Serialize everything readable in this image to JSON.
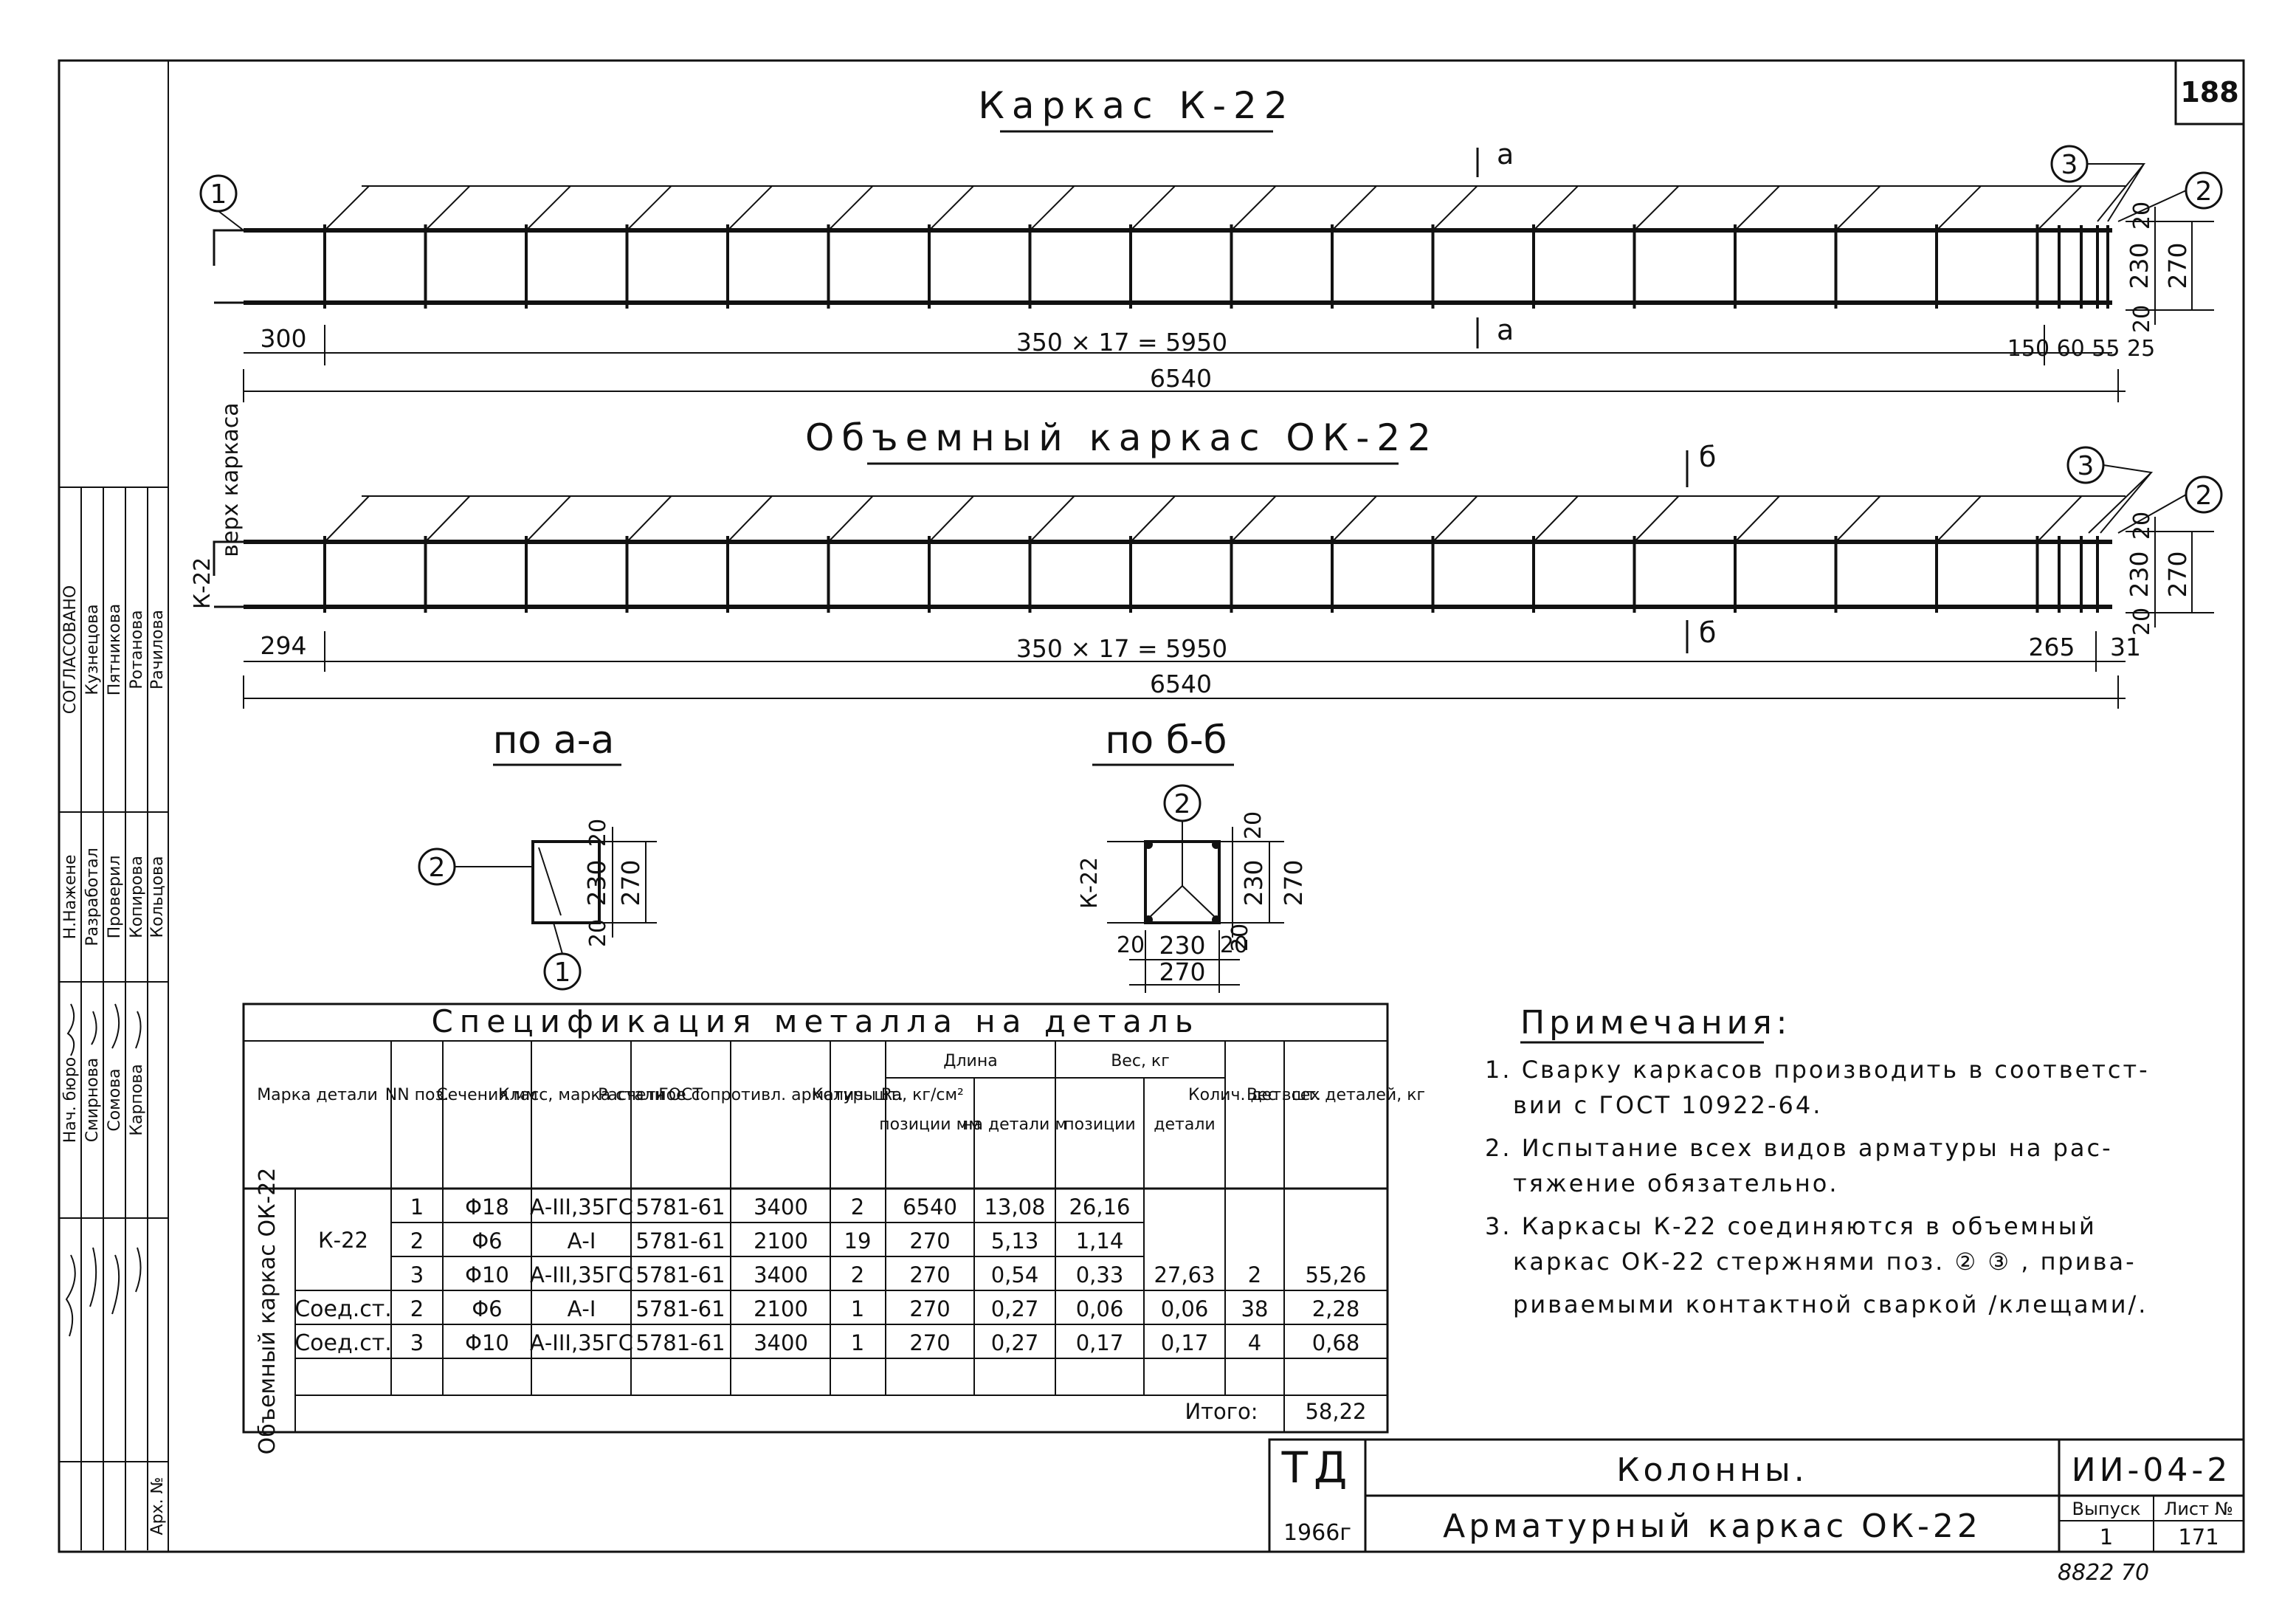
{
  "sheet_number": "188",
  "side_stamp": {
    "rows": [
      [
        "СОГЛАСОВАНО",
        "Кузнецова",
        "Пятникова",
        "Ротанова",
        "Рачилова"
      ],
      [
        "Н.Нажене",
        "Разработал",
        "Проверил",
        "Копирова",
        "Кольцова"
      ],
      [
        "Нач. бюро",
        "Смирнова",
        "Сомова",
        "Карпова",
        "Арх. №"
      ]
    ]
  },
  "frame1": {
    "title": "Каркас К-22",
    "pos_left": "1",
    "pos_right": "2",
    "pos_three": "3",
    "cut_label_top": "а",
    "cut_label_bottom": "а",
    "dims": {
      "left": "300",
      "middle": "350 × 17 = 5950",
      "right_small": "150 60 55 25",
      "total": "6540",
      "h20a": "20",
      "h230": "230",
      "h270": "270",
      "h20b": "20"
    }
  },
  "frame2": {
    "title": "Объемный каркас ОК-22",
    "pos_right": "2",
    "pos_three": "3",
    "cut_label_top": "б",
    "cut_label_bottom": "б",
    "side_label_upper": "верх каркаса",
    "side_label_lower": "К-22",
    "dims": {
      "left": "294",
      "middle": "350 × 17 = 5950",
      "right": "265",
      "right2": "31",
      "total": "6540",
      "h20a": "20",
      "h230": "230",
      "h270": "270",
      "h20b": "20"
    }
  },
  "section_a": {
    "title": "по а-а",
    "pos1": "1",
    "pos2": "2",
    "d20": "20",
    "d230": "230",
    "d270": "270",
    "d20b": "20"
  },
  "section_b": {
    "title": "по б-б",
    "pos2": "2",
    "label_k22": "К-22",
    "d20": "20",
    "d230": "230",
    "d270": "270",
    "d20b": "20",
    "bottom": [
      "20",
      "230",
      "20"
    ],
    "bottom_total": "270"
  },
  "spec": {
    "title": "Спецификация металла на деталь",
    "headers": {
      "mark": "Марка детали",
      "nn": "NN поз.",
      "section": "Сечения мм",
      "class": "Класс, марка стали",
      "gost": "ГОСТ",
      "resist": "Расчетное сопротивл. арматуры Ra, кг/см²",
      "qty": "Колич. шт.",
      "length": "Длина",
      "len_pos": "позиции мм",
      "len_det": "на детали м",
      "weight": "Вес, кг",
      "w_pos": "позиции",
      "w_det": "детали",
      "qty_det": "Колич. дет. шт.",
      "total_w": "Вес всех деталей, кг"
    },
    "group_label": "Объемный каркас ОК-22",
    "subgroup": "К-22",
    "rows": [
      {
        "nn": "1",
        "section": "Φ18",
        "class": "А-III,35ГС",
        "gost": "5781-61",
        "resist": "3400",
        "qty": "2",
        "len_pos": "6540",
        "len_det": "13,08",
        "w_pos": "26,16",
        "w_det": "",
        "qty_det": "",
        "total": ""
      },
      {
        "nn": "2",
        "section": "Φ6",
        "class": "А-I",
        "gost": "5781-61",
        "resist": "2100",
        "qty": "19",
        "len_pos": "270",
        "len_det": "5,13",
        "w_pos": "1,14",
        "w_det": "",
        "qty_det": "",
        "total": ""
      },
      {
        "nn": "3",
        "section": "Φ10",
        "class": "А-III,35ГС",
        "gost": "5781-61",
        "resist": "3400",
        "qty": "2",
        "len_pos": "270",
        "len_det": "0,54",
        "w_pos": "0,33",
        "w_det": "27,63",
        "qty_det": "2",
        "total": "55,26"
      },
      {
        "label": "Соед.ст.",
        "nn": "2",
        "section": "Φ6",
        "class": "А-I",
        "gost": "5781-61",
        "resist": "2100",
        "qty": "1",
        "len_pos": "270",
        "len_det": "0,27",
        "w_pos": "0,06",
        "w_det": "0,06",
        "qty_det": "38",
        "total": "2,28"
      },
      {
        "label": "Соед.ст.",
        "nn": "3",
        "section": "Φ10",
        "class": "А-III,35ГС",
        "gost": "5781-61",
        "resist": "3400",
        "qty": "1",
        "len_pos": "270",
        "len_det": "0,27",
        "w_pos": "0,17",
        "w_det": "0,17",
        "qty_det": "4",
        "total": "0,68"
      }
    ],
    "total_label": "Итого:",
    "total_value": "58,22"
  },
  "notes": {
    "title": "Примечания:",
    "items": [
      "1. Сварку каркасов производить в соответст-",
      "вии с ГОСТ 10922-64.",
      "2. Испытание всех видов арматуры на рас-",
      "тяжение обязательно.",
      "3. Каркасы К-22 соединяются в объемный",
      "каркас ОК-22 стержнями поз. ② ③ , прива-",
      "риваемыми контактной сваркой /клещами/."
    ]
  },
  "title_block": {
    "org": "ТД",
    "year": "1966г",
    "title": "Колонны.",
    "subtitle": "Арматурный каркас ОК-22",
    "code": "ИИ-04-2",
    "issue_label": "Выпуск",
    "issue": "1",
    "sheet_label": "Лист №",
    "sheet": "171",
    "footer_scribble": "8822 70"
  }
}
